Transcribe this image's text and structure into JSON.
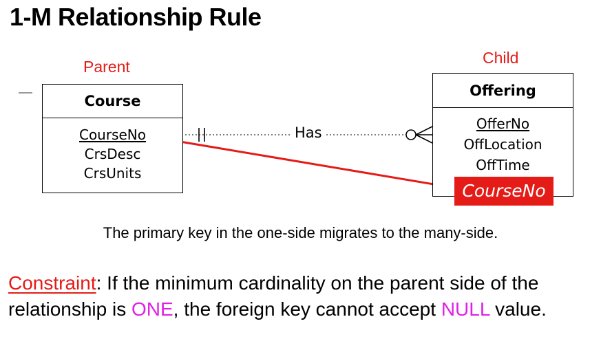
{
  "title": "1-M Relationship Rule",
  "parent_label": "Parent",
  "child_label": "Child",
  "parent_entity": {
    "name": "Course",
    "primary_key": "CourseNo",
    "attributes": [
      "CrsDesc",
      "CrsUnits"
    ]
  },
  "child_entity": {
    "name": "Offering",
    "primary_key": "OfferNo",
    "attributes": [
      "OffLocation",
      "OffTime"
    ],
    "foreign_key": "CourseNo"
  },
  "relationship_label": "Has",
  "caption": "The primary key in the one-side migrates to the many-side.",
  "constraint": {
    "label": "Constraint",
    "text_1": ": If the minimum cardinality on the parent side of the relationship is ",
    "highlight_1": "ONE",
    "text_2": ", the foreign key cannot accept ",
    "highlight_2": "NULL",
    "text_3": " value."
  },
  "colors": {
    "accent_red": "#e41b17",
    "highlight_magenta": "#e020e6"
  }
}
